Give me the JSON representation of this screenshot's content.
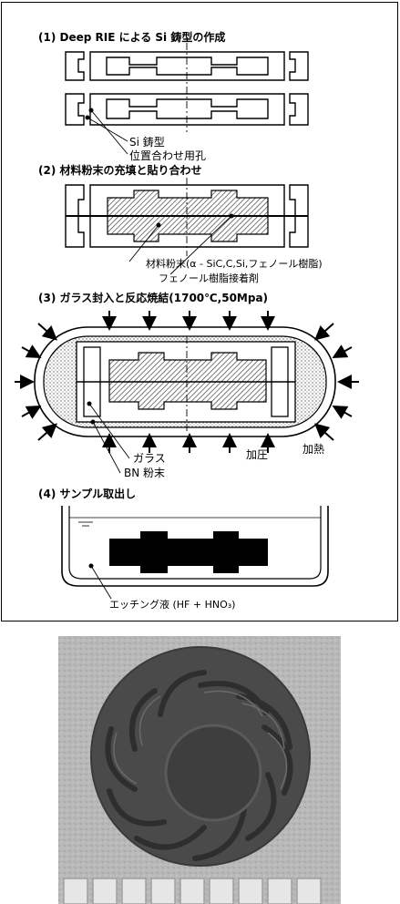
{
  "steps": {
    "s1": {
      "title": "(1) Deep RIE による Si 鋳型の作成"
    },
    "s2": {
      "title": "(2) 材料粉末の充填と貼り合わせ"
    },
    "s3": {
      "title": "(3) ガラス封入と反応焼結(1700℃,50Mpa)"
    },
    "s4": {
      "title": "(4) サンプル取出し"
    }
  },
  "labels": {
    "si_mold": "Si 鋳型",
    "alignment_hole": "位置合わせ用孔",
    "material_powder": "材料粉末(α - SiC,C,Si,フェノール樹脂)",
    "phenol_adhesive": "フェノール樹脂接着剤",
    "glass": "ガラス",
    "bn_powder": "BN 粉末",
    "pressure": "加圧",
    "heating": "加熱",
    "etchant": "エッチング液 (HF + HNO₃)"
  },
  "colors": {
    "ink": "#000000",
    "hatch": "#555555",
    "photo_bg": "#b9b9b9",
    "part_dark": "#4a4a4a",
    "tile": "#e6e6e6"
  }
}
